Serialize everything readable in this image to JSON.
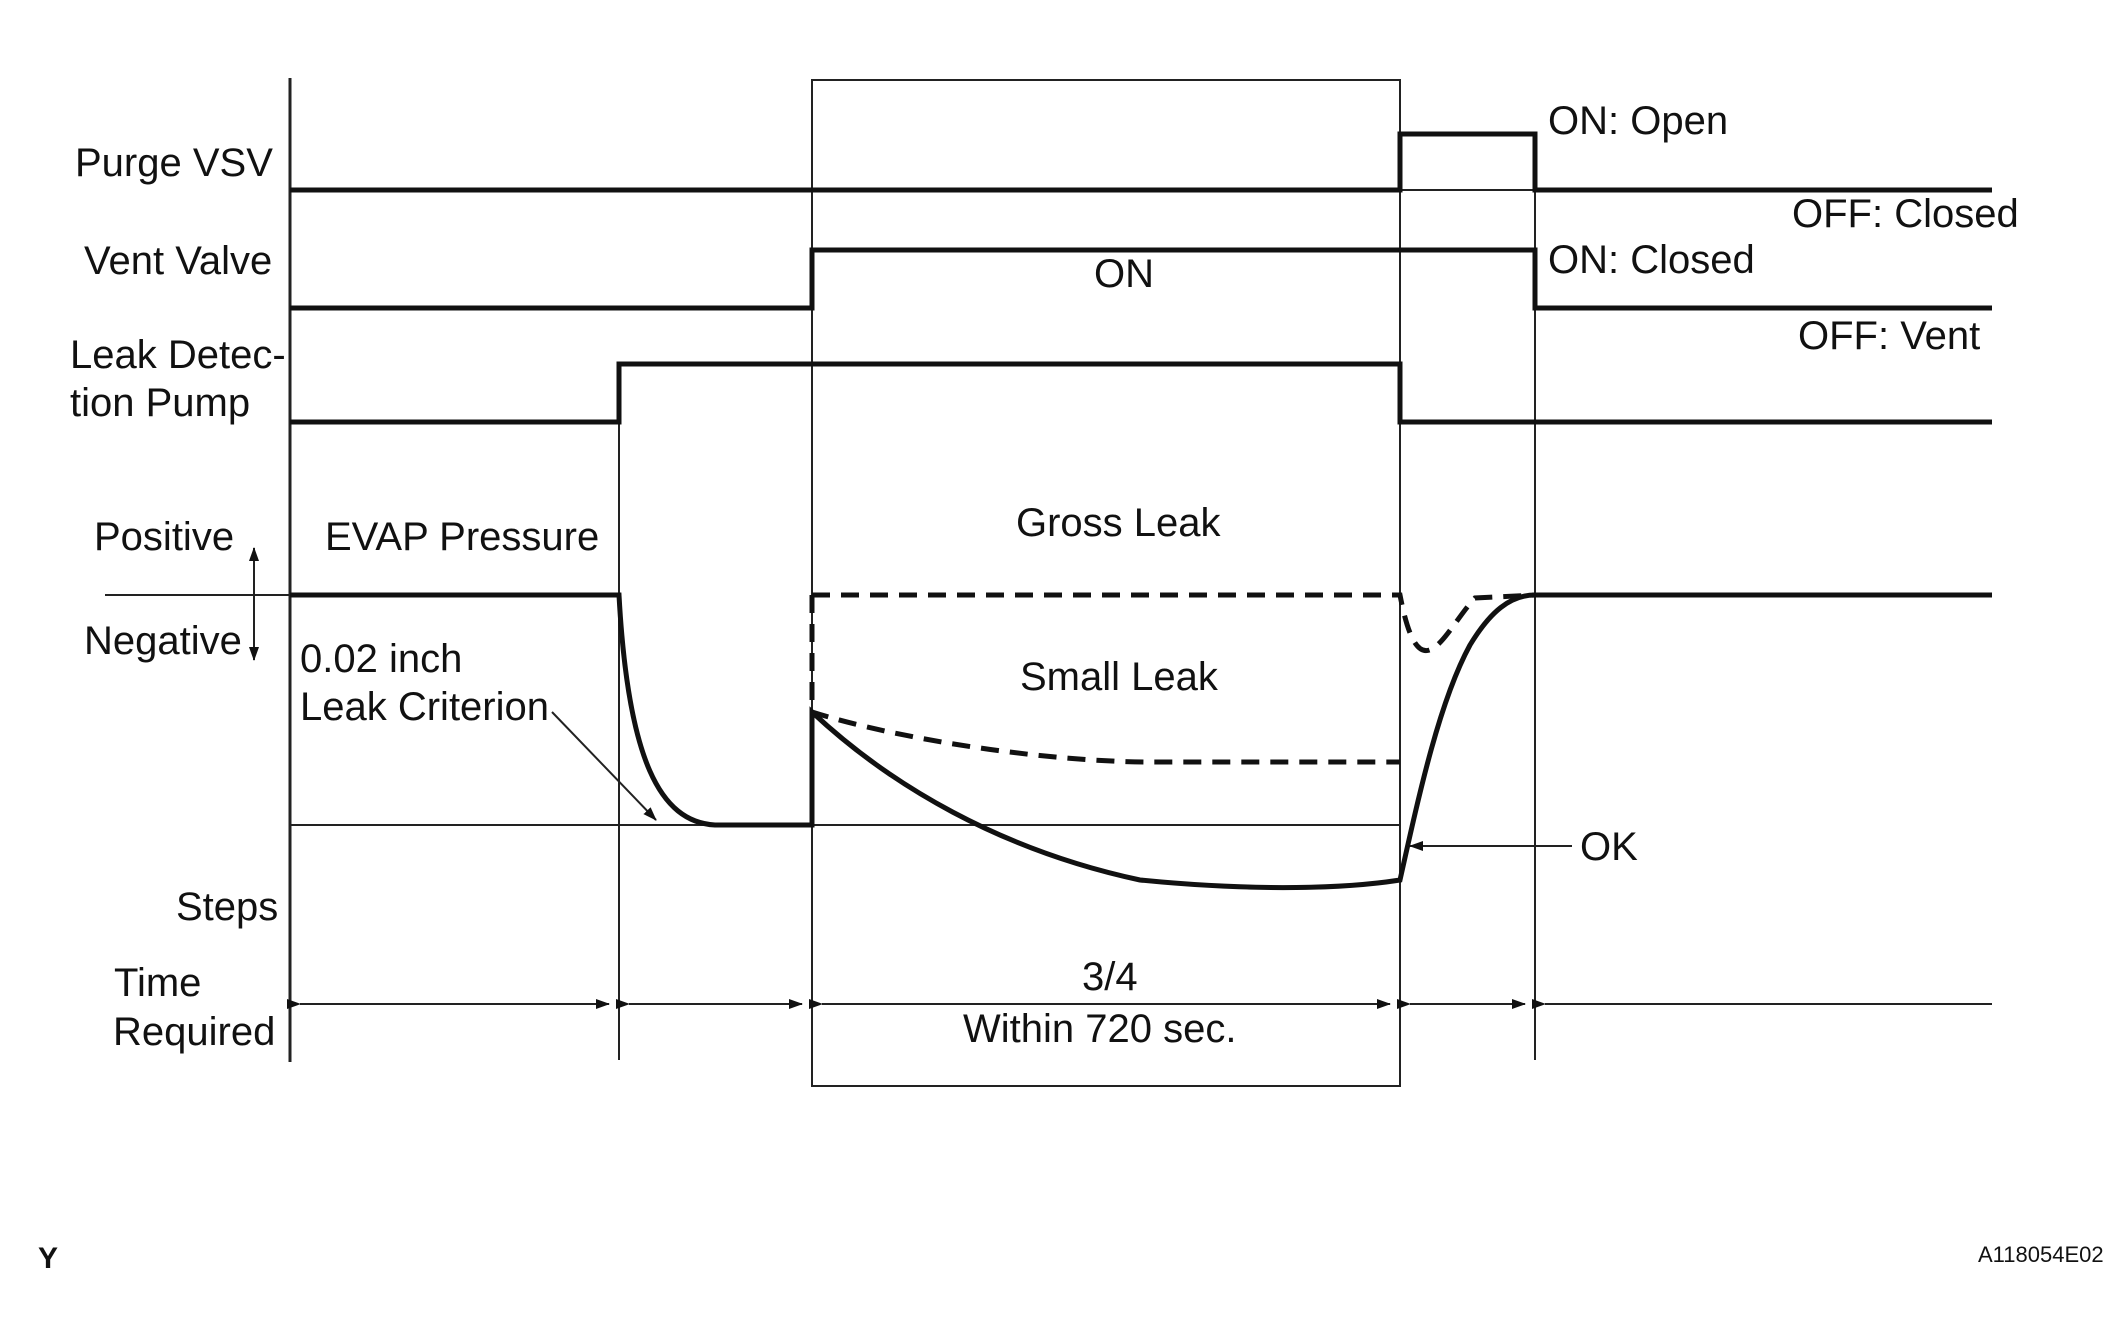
{
  "signals": {
    "purge_vsv": "Purge VSV",
    "vent_valve": "Vent Valve",
    "pump_line1": "Leak Detec-",
    "pump_line2": "tion Pump",
    "positive": "Positive",
    "negative": "Negative",
    "steps": "Steps",
    "time_line1": "Time",
    "time_line2": "Required"
  },
  "states": {
    "purge_on": "ON: Open",
    "purge_off": "OFF: Closed",
    "vent_on": "ON: Closed",
    "vent_off": "OFF: Vent",
    "vent_mid": "ON"
  },
  "pressure": {
    "title": "EVAP Pressure",
    "gross_leak": "Gross Leak",
    "small_leak": "Small Leak",
    "criterion_line1": "0.02 inch",
    "criterion_line2": "Leak Criterion",
    "ok": "OK"
  },
  "timing": {
    "step": "3/4",
    "duration": "Within 720 sec."
  },
  "footer": {
    "left_mark": "Y",
    "figure_code": "A118054E02"
  }
}
